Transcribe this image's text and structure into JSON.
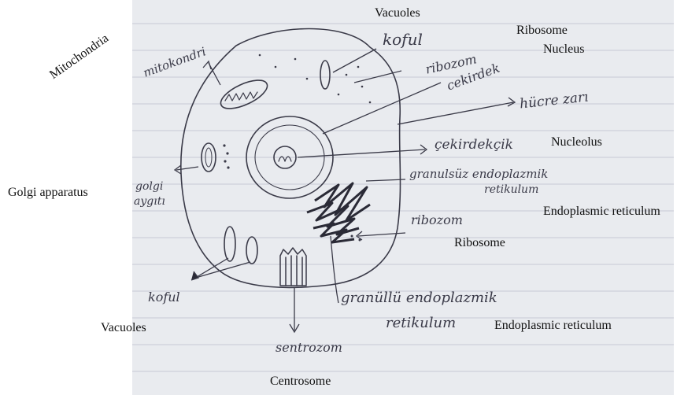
{
  "labels": {
    "vacuoles_top": "Vacuoles",
    "ribosome_top": "Ribosome",
    "nucleus": "Nucleus",
    "mitochondria": "Mitochondria",
    "nucleolus": "Nucleolus",
    "golgi": "Golgi apparatus",
    "er_right": "Endoplasmic reticulum",
    "ribosome_mid": "Ribosome",
    "vacuoles_bottom": "Vacuoles",
    "er_bottom": "Endoplasmic reticulum",
    "centrosome": "Centrosome"
  },
  "handwritten": {
    "koful_top": "koful",
    "ribozom_top": "ribozom",
    "cekirdek_top": "cekirdek",
    "hucre_zari": "hücre zarı",
    "mitokondri": "mitokondri",
    "cekirdekcik": "çekirdekçik",
    "granulsuz_line1": "granulsüz endoplazmik",
    "granulsuz_line2": "retikulum",
    "golgi_line1": "golgi",
    "golgi_line2": "aygıtı",
    "ribozom_mid": "ribozom",
    "koful_bottom": "koful",
    "granullu_line1": "granüllü endoplazmik",
    "granullu_line2": "retikulum",
    "sentrozom": "sentrozom"
  },
  "colors": {
    "ink": "#3a3a48",
    "paper": "#e9ebef",
    "rule_line": "#c6cad6",
    "label": "#111111"
  }
}
